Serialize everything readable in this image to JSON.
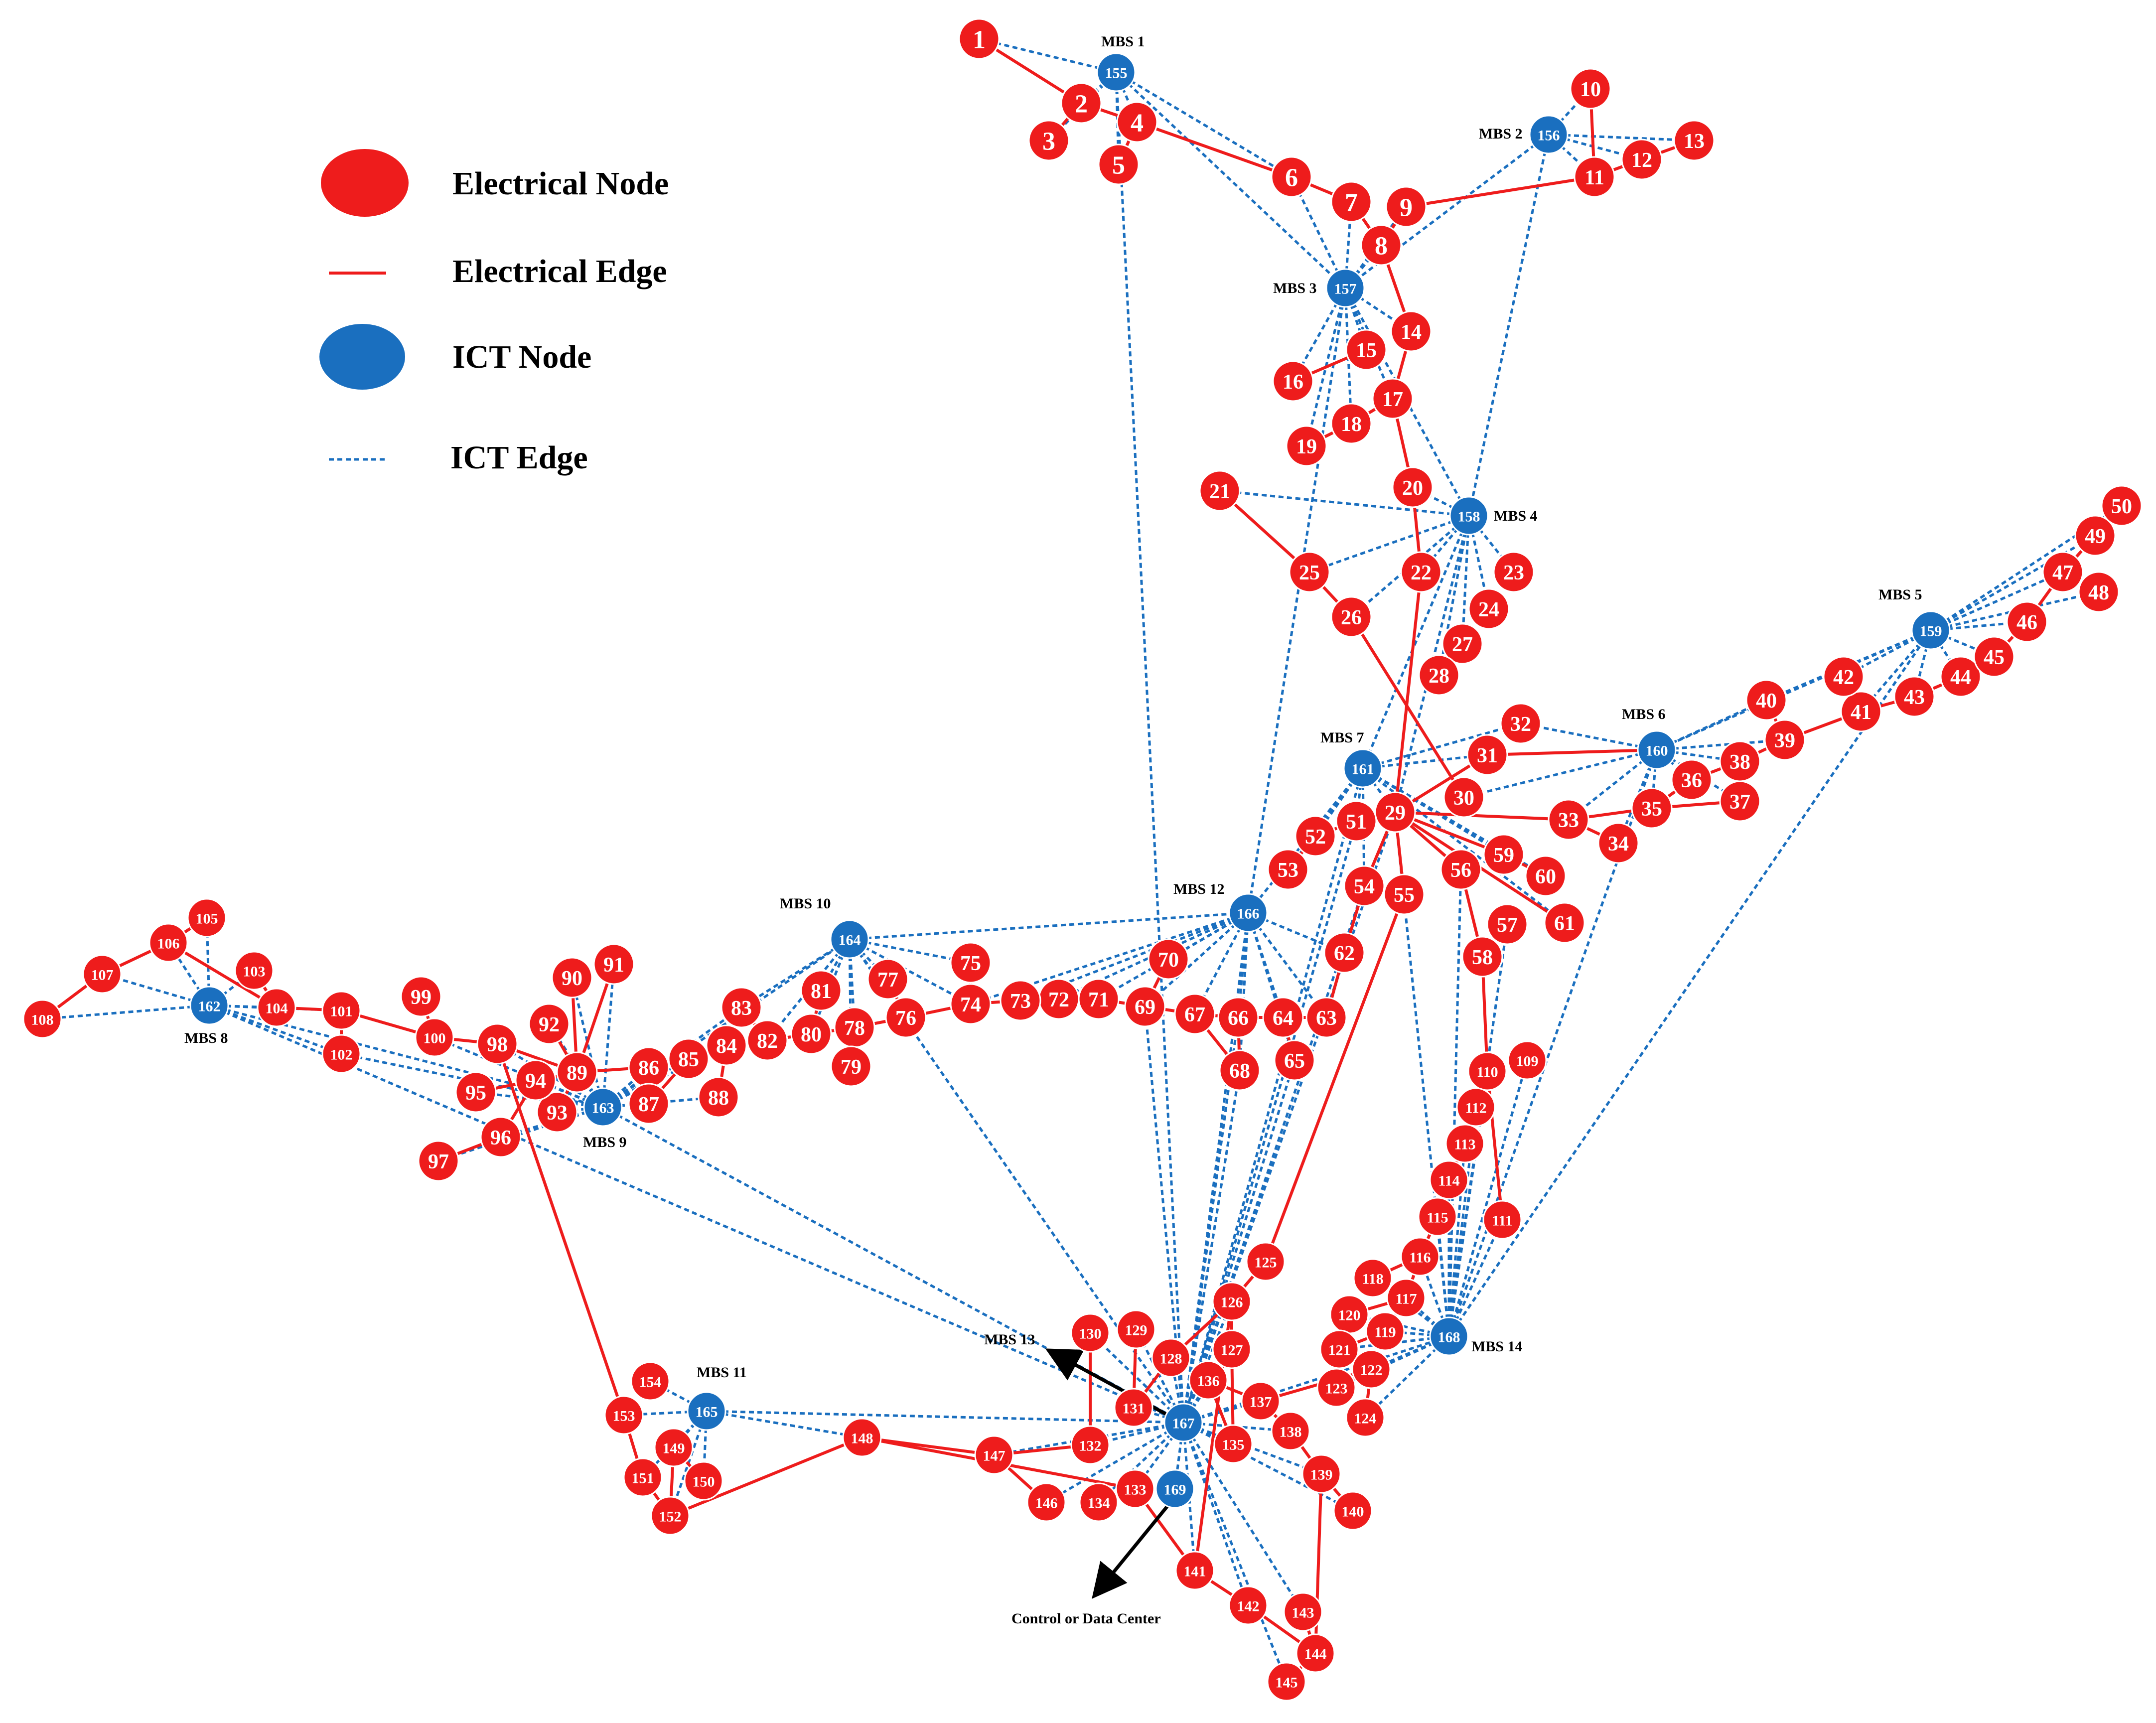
{
  "legend": {
    "electrical_node": "Electrical Node",
    "electrical_edge": "Electrical Edge",
    "ict_node": "ICT Node",
    "ict_edge": "ICT Edge"
  },
  "colors": {
    "electrical": "#ee1c1c",
    "ict": "#1a6fbf",
    "text": "#000000",
    "background": "#ffffff"
  },
  "annotations": {
    "mbs13_arrow": "MBS 13",
    "control_center": "Control or Data Center"
  },
  "electrical_nodes": [
    {
      "id": "1"
    },
    {
      "id": "2"
    },
    {
      "id": "3"
    },
    {
      "id": "4"
    },
    {
      "id": "5"
    },
    {
      "id": "6"
    },
    {
      "id": "7"
    },
    {
      "id": "8"
    },
    {
      "id": "9"
    },
    {
      "id": "10"
    },
    {
      "id": "11"
    },
    {
      "id": "12"
    },
    {
      "id": "13"
    },
    {
      "id": "14"
    },
    {
      "id": "15"
    },
    {
      "id": "16"
    },
    {
      "id": "17"
    },
    {
      "id": "18"
    },
    {
      "id": "19"
    },
    {
      "id": "20"
    },
    {
      "id": "21"
    },
    {
      "id": "22"
    },
    {
      "id": "23"
    },
    {
      "id": "24"
    },
    {
      "id": "25"
    },
    {
      "id": "26"
    },
    {
      "id": "27"
    },
    {
      "id": "28"
    },
    {
      "id": "29"
    },
    {
      "id": "30"
    },
    {
      "id": "31"
    },
    {
      "id": "32"
    },
    {
      "id": "33"
    },
    {
      "id": "34"
    },
    {
      "id": "35"
    },
    {
      "id": "36"
    },
    {
      "id": "37"
    },
    {
      "id": "38"
    },
    {
      "id": "39"
    },
    {
      "id": "40"
    },
    {
      "id": "41"
    },
    {
      "id": "42"
    },
    {
      "id": "43"
    },
    {
      "id": "44"
    },
    {
      "id": "45"
    },
    {
      "id": "46"
    },
    {
      "id": "47"
    },
    {
      "id": "48"
    },
    {
      "id": "49"
    },
    {
      "id": "50"
    },
    {
      "id": "51"
    },
    {
      "id": "52"
    },
    {
      "id": "53"
    },
    {
      "id": "54"
    },
    {
      "id": "55"
    },
    {
      "id": "56"
    },
    {
      "id": "57"
    },
    {
      "id": "58"
    },
    {
      "id": "59"
    },
    {
      "id": "60"
    },
    {
      "id": "61"
    },
    {
      "id": "62"
    },
    {
      "id": "63"
    },
    {
      "id": "64"
    },
    {
      "id": "65"
    },
    {
      "id": "66"
    },
    {
      "id": "67"
    },
    {
      "id": "68"
    },
    {
      "id": "69"
    },
    {
      "id": "70"
    },
    {
      "id": "71"
    },
    {
      "id": "72"
    },
    {
      "id": "73"
    },
    {
      "id": "74"
    },
    {
      "id": "75"
    },
    {
      "id": "76"
    },
    {
      "id": "77"
    },
    {
      "id": "78"
    },
    {
      "id": "79"
    },
    {
      "id": "80"
    },
    {
      "id": "81"
    },
    {
      "id": "82"
    },
    {
      "id": "83"
    },
    {
      "id": "84"
    },
    {
      "id": "85"
    },
    {
      "id": "86"
    },
    {
      "id": "87"
    },
    {
      "id": "88"
    },
    {
      "id": "89"
    },
    {
      "id": "90"
    },
    {
      "id": "91"
    },
    {
      "id": "92"
    },
    {
      "id": "93"
    },
    {
      "id": "94"
    },
    {
      "id": "95"
    },
    {
      "id": "96"
    },
    {
      "id": "97"
    },
    {
      "id": "98"
    },
    {
      "id": "99"
    },
    {
      "id": "100"
    },
    {
      "id": "101"
    },
    {
      "id": "102"
    },
    {
      "id": "103"
    },
    {
      "id": "104"
    },
    {
      "id": "105"
    },
    {
      "id": "106"
    },
    {
      "id": "107"
    },
    {
      "id": "108"
    },
    {
      "id": "109"
    },
    {
      "id": "110"
    },
    {
      "id": "111"
    },
    {
      "id": "112"
    },
    {
      "id": "113"
    },
    {
      "id": "114"
    },
    {
      "id": "115"
    },
    {
      "id": "116"
    },
    {
      "id": "117"
    },
    {
      "id": "118"
    },
    {
      "id": "119"
    },
    {
      "id": "120"
    },
    {
      "id": "121"
    },
    {
      "id": "122"
    },
    {
      "id": "123"
    },
    {
      "id": "124"
    },
    {
      "id": "125"
    },
    {
      "id": "126"
    },
    {
      "id": "127"
    },
    {
      "id": "128"
    },
    {
      "id": "129"
    },
    {
      "id": "130"
    },
    {
      "id": "131"
    },
    {
      "id": "132"
    },
    {
      "id": "133"
    },
    {
      "id": "134"
    },
    {
      "id": "135"
    },
    {
      "id": "136"
    },
    {
      "id": "137"
    },
    {
      "id": "138"
    },
    {
      "id": "139"
    },
    {
      "id": "140"
    },
    {
      "id": "141"
    },
    {
      "id": "142"
    },
    {
      "id": "143"
    },
    {
      "id": "144"
    },
    {
      "id": "145"
    },
    {
      "id": "146"
    },
    {
      "id": "147"
    },
    {
      "id": "148"
    },
    {
      "id": "149"
    },
    {
      "id": "150"
    },
    {
      "id": "151"
    },
    {
      "id": "152"
    },
    {
      "id": "153"
    },
    {
      "id": "154"
    }
  ],
  "ict_nodes": [
    {
      "id": "155",
      "mbs": "MBS 1"
    },
    {
      "id": "156",
      "mbs": "MBS 2"
    },
    {
      "id": "157",
      "mbs": "MBS 3"
    },
    {
      "id": "158",
      "mbs": "MBS 4"
    },
    {
      "id": "159",
      "mbs": "MBS 5"
    },
    {
      "id": "160",
      "mbs": "MBS 6"
    },
    {
      "id": "161",
      "mbs": "MBS 7"
    },
    {
      "id": "162",
      "mbs": "MBS 8"
    },
    {
      "id": "163",
      "mbs": "MBS 9"
    },
    {
      "id": "164",
      "mbs": "MBS 10"
    },
    {
      "id": "165",
      "mbs": "MBS 11"
    },
    {
      "id": "166",
      "mbs": "MBS 12"
    },
    {
      "id": "167",
      "mbs": ""
    },
    {
      "id": "168",
      "mbs": "MBS 14"
    },
    {
      "id": "169",
      "mbs": ""
    }
  ],
  "electrical_edges": [
    [
      "1",
      "2"
    ],
    [
      "2",
      "3"
    ],
    [
      "2",
      "4"
    ],
    [
      "4",
      "5"
    ],
    [
      "4",
      "6"
    ],
    [
      "6",
      "7"
    ],
    [
      "7",
      "8"
    ],
    [
      "8",
      "9"
    ],
    [
      "9",
      "11"
    ],
    [
      "10",
      "11"
    ],
    [
      "11",
      "12"
    ],
    [
      "12",
      "13"
    ],
    [
      "8",
      "14"
    ],
    [
      "14",
      "17"
    ],
    [
      "15",
      "16"
    ],
    [
      "17",
      "18"
    ],
    [
      "18",
      "19"
    ],
    [
      "17",
      "20"
    ],
    [
      "20",
      "22"
    ],
    [
      "22",
      "29"
    ],
    [
      "21",
      "25"
    ],
    [
      "25",
      "26"
    ],
    [
      "26",
      "30"
    ],
    [
      "29",
      "31"
    ],
    [
      "31",
      "160"
    ],
    [
      "29",
      "33"
    ],
    [
      "33",
      "35"
    ],
    [
      "35",
      "36"
    ],
    [
      "36",
      "38"
    ],
    [
      "38",
      "39"
    ],
    [
      "39",
      "41"
    ],
    [
      "41",
      "43"
    ],
    [
      "43",
      "44"
    ],
    [
      "44",
      "45"
    ],
    [
      "45",
      "46"
    ],
    [
      "46",
      "47"
    ],
    [
      "47",
      "49"
    ],
    [
      "35",
      "37"
    ],
    [
      "37",
      "38"
    ],
    [
      "33",
      "34"
    ],
    [
      "29",
      "51"
    ],
    [
      "51",
      "52"
    ],
    [
      "52",
      "53"
    ],
    [
      "29",
      "54"
    ],
    [
      "54",
      "62"
    ],
    [
      "62",
      "63"
    ],
    [
      "29",
      "55"
    ],
    [
      "55",
      "125"
    ],
    [
      "29",
      "56"
    ],
    [
      "56",
      "58"
    ],
    [
      "57",
      "58"
    ],
    [
      "58",
      "110"
    ],
    [
      "110",
      "112"
    ],
    [
      "112",
      "113"
    ],
    [
      "113",
      "114"
    ],
    [
      "114",
      "115"
    ],
    [
      "115",
      "116"
    ],
    [
      "116",
      "118"
    ],
    [
      "116",
      "117"
    ],
    [
      "117",
      "120"
    ],
    [
      "110",
      "111"
    ],
    [
      "29",
      "59"
    ],
    [
      "59",
      "60"
    ],
    [
      "29",
      "61"
    ],
    [
      "41",
      "42"
    ],
    [
      "39",
      "40"
    ],
    [
      "74",
      "73"
    ],
    [
      "73",
      "72"
    ],
    [
      "72",
      "71"
    ],
    [
      "71",
      "69"
    ],
    [
      "69",
      "70"
    ],
    [
      "69",
      "67"
    ],
    [
      "67",
      "66"
    ],
    [
      "66",
      "64"
    ],
    [
      "64",
      "63"
    ],
    [
      "66",
      "68"
    ],
    [
      "67",
      "68"
    ],
    [
      "64",
      "65"
    ],
    [
      "74",
      "75"
    ],
    [
      "74",
      "76"
    ],
    [
      "76",
      "77"
    ],
    [
      "76",
      "78"
    ],
    [
      "78",
      "79"
    ],
    [
      "78",
      "80"
    ],
    [
      "80",
      "81"
    ],
    [
      "80",
      "82"
    ],
    [
      "82",
      "83"
    ],
    [
      "82",
      "84"
    ],
    [
      "84",
      "85"
    ],
    [
      "85",
      "86"
    ],
    [
      "86",
      "89"
    ],
    [
      "85",
      "87"
    ],
    [
      "84",
      "88"
    ],
    [
      "89",
      "90"
    ],
    [
      "89",
      "91"
    ],
    [
      "89",
      "92"
    ],
    [
      "89",
      "93"
    ],
    [
      "89",
      "94"
    ],
    [
      "94",
      "95"
    ],
    [
      "94",
      "96"
    ],
    [
      "96",
      "97"
    ],
    [
      "89",
      "98"
    ],
    [
      "98",
      "100"
    ],
    [
      "100",
      "99"
    ],
    [
      "100",
      "101"
    ],
    [
      "101",
      "102"
    ],
    [
      "101",
      "104"
    ],
    [
      "104",
      "103"
    ],
    [
      "104",
      "106"
    ],
    [
      "106",
      "105"
    ],
    [
      "106",
      "107"
    ],
    [
      "107",
      "108"
    ],
    [
      "98",
      "153"
    ],
    [
      "153",
      "151"
    ],
    [
      "151",
      "152"
    ],
    [
      "152",
      "149"
    ],
    [
      "149",
      "150"
    ],
    [
      "152",
      "148"
    ],
    [
      "148",
      "147"
    ],
    [
      "147",
      "146"
    ],
    [
      "147",
      "132"
    ],
    [
      "132",
      "130"
    ],
    [
      "148",
      "133"
    ],
    [
      "133",
      "134"
    ],
    [
      "133",
      "141"
    ],
    [
      "141",
      "142"
    ],
    [
      "142",
      "144"
    ],
    [
      "144",
      "145"
    ],
    [
      "144",
      "143"
    ],
    [
      "141",
      "126"
    ],
    [
      "126",
      "125"
    ],
    [
      "126",
      "127"
    ],
    [
      "127",
      "135"
    ],
    [
      "135",
      "136"
    ],
    [
      "131",
      "128"
    ],
    [
      "128",
      "126"
    ],
    [
      "131",
      "129"
    ],
    [
      "136",
      "137"
    ],
    [
      "137",
      "138"
    ],
    [
      "138",
      "139"
    ],
    [
      "139",
      "140"
    ],
    [
      "139",
      "144"
    ],
    [
      "137",
      "122"
    ],
    [
      "122",
      "123"
    ],
    [
      "122",
      "124"
    ],
    [
      "122",
      "121"
    ],
    [
      "121",
      "119"
    ],
    [
      "119",
      "117"
    ]
  ],
  "ict_edges": [
    [
      "155",
      "1"
    ],
    [
      "155",
      "2"
    ],
    [
      "155",
      "3"
    ],
    [
      "155",
      "4"
    ],
    [
      "155",
      "5"
    ],
    [
      "155",
      "6"
    ],
    [
      "155",
      "157"
    ],
    [
      "155",
      "167"
    ],
    [
      "156",
      "10"
    ],
    [
      "156",
      "11"
    ],
    [
      "156",
      "12"
    ],
    [
      "156",
      "13"
    ],
    [
      "156",
      "157"
    ],
    [
      "156",
      "158"
    ],
    [
      "157",
      "6"
    ],
    [
      "157",
      "7"
    ],
    [
      "157",
      "8"
    ],
    [
      "157",
      "9"
    ],
    [
      "157",
      "14"
    ],
    [
      "157",
      "15"
    ],
    [
      "157",
      "16"
    ],
    [
      "157",
      "17"
    ],
    [
      "157",
      "18"
    ],
    [
      "157",
      "19"
    ],
    [
      "157",
      "158"
    ],
    [
      "157",
      "166"
    ],
    [
      "158",
      "20"
    ],
    [
      "158",
      "21"
    ],
    [
      "158",
      "22"
    ],
    [
      "158",
      "23"
    ],
    [
      "158",
      "24"
    ],
    [
      "158",
      "25"
    ],
    [
      "158",
      "26"
    ],
    [
      "158",
      "27"
    ],
    [
      "158",
      "28"
    ],
    [
      "158",
      "161"
    ],
    [
      "158",
      "29"
    ],
    [
      "159",
      "41"
    ],
    [
      "159",
      "42"
    ],
    [
      "159",
      "43"
    ],
    [
      "159",
      "44"
    ],
    [
      "159",
      "45"
    ],
    [
      "159",
      "46"
    ],
    [
      "159",
      "47"
    ],
    [
      "159",
      "48"
    ],
    [
      "159",
      "49"
    ],
    [
      "159",
      "50"
    ],
    [
      "159",
      "160"
    ],
    [
      "159",
      "40"
    ],
    [
      "160",
      "30"
    ],
    [
      "160",
      "31"
    ],
    [
      "160",
      "32"
    ],
    [
      "160",
      "33"
    ],
    [
      "160",
      "34"
    ],
    [
      "160",
      "35"
    ],
    [
      "160",
      "36"
    ],
    [
      "160",
      "37"
    ],
    [
      "160",
      "38"
    ],
    [
      "160",
      "39"
    ],
    [
      "160",
      "40"
    ],
    [
      "160",
      "168"
    ],
    [
      "161",
      "29"
    ],
    [
      "161",
      "51"
    ],
    [
      "161",
      "52"
    ],
    [
      "161",
      "53"
    ],
    [
      "161",
      "54"
    ],
    [
      "161",
      "59"
    ],
    [
      "161",
      "60"
    ],
    [
      "161",
      "61"
    ],
    [
      "161",
      "32"
    ],
    [
      "161",
      "31"
    ],
    [
      "161",
      "166"
    ],
    [
      "161",
      "167"
    ],
    [
      "162",
      "103"
    ],
    [
      "162",
      "104"
    ],
    [
      "162",
      "105"
    ],
    [
      "162",
      "106"
    ],
    [
      "162",
      "107"
    ],
    [
      "162",
      "108"
    ],
    [
      "162",
      "101"
    ],
    [
      "162",
      "102"
    ],
    [
      "162",
      "163"
    ],
    [
      "162",
      "167"
    ],
    [
      "163",
      "83"
    ],
    [
      "163",
      "84"
    ],
    [
      "163",
      "85"
    ],
    [
      "163",
      "86"
    ],
    [
      "163",
      "87"
    ],
    [
      "163",
      "88"
    ],
    [
      "163",
      "89"
    ],
    [
      "163",
      "90"
    ],
    [
      "163",
      "91"
    ],
    [
      "163",
      "92"
    ],
    [
      "163",
      "93"
    ],
    [
      "163",
      "94"
    ],
    [
      "163",
      "95"
    ],
    [
      "163",
      "96"
    ],
    [
      "163",
      "97"
    ],
    [
      "163",
      "98"
    ],
    [
      "163",
      "100"
    ],
    [
      "163",
      "164"
    ],
    [
      "163",
      "102"
    ],
    [
      "163",
      "167"
    ],
    [
      "164",
      "74"
    ],
    [
      "164",
      "75"
    ],
    [
      "164",
      "76"
    ],
    [
      "164",
      "77"
    ],
    [
      "164",
      "78"
    ],
    [
      "164",
      "79"
    ],
    [
      "164",
      "80"
    ],
    [
      "164",
      "81"
    ],
    [
      "164",
      "82"
    ],
    [
      "164",
      "83"
    ],
    [
      "164",
      "166"
    ],
    [
      "164",
      "167"
    ],
    [
      "165",
      "148"
    ],
    [
      "165",
      "149"
    ],
    [
      "165",
      "150"
    ],
    [
      "165",
      "151"
    ],
    [
      "165",
      "152"
    ],
    [
      "165",
      "153"
    ],
    [
      "165",
      "154"
    ],
    [
      "165",
      "167"
    ],
    [
      "166",
      "62"
    ],
    [
      "166",
      "63"
    ],
    [
      "166",
      "64"
    ],
    [
      "166",
      "65"
    ],
    [
      "166",
      "66"
    ],
    [
      "166",
      "67"
    ],
    [
      "166",
      "68"
    ],
    [
      "166",
      "69"
    ],
    [
      "166",
      "70"
    ],
    [
      "166",
      "71"
    ],
    [
      "166",
      "72"
    ],
    [
      "166",
      "73"
    ],
    [
      "166",
      "74"
    ],
    [
      "166",
      "167"
    ],
    [
      "167",
      "126"
    ],
    [
      "167",
      "127"
    ],
    [
      "167",
      "128"
    ],
    [
      "167",
      "129"
    ],
    [
      "167",
      "130"
    ],
    [
      "167",
      "131"
    ],
    [
      "167",
      "132"
    ],
    [
      "167",
      "133"
    ],
    [
      "167",
      "134"
    ],
    [
      "167",
      "135"
    ],
    [
      "167",
      "136"
    ],
    [
      "167",
      "137"
    ],
    [
      "167",
      "138"
    ],
    [
      "167",
      "139"
    ],
    [
      "167",
      "140"
    ],
    [
      "167",
      "141"
    ],
    [
      "167",
      "142"
    ],
    [
      "167",
      "143"
    ],
    [
      "167",
      "145"
    ],
    [
      "167",
      "146"
    ],
    [
      "167",
      "147"
    ],
    [
      "167",
      "169"
    ],
    [
      "167",
      "168"
    ],
    [
      "167",
      "29"
    ],
    [
      "167",
      "51"
    ],
    [
      "167",
      "54"
    ],
    [
      "167",
      "65"
    ],
    [
      "167",
      "66"
    ],
    [
      "167",
      "68"
    ],
    [
      "167",
      "69"
    ],
    [
      "168",
      "109"
    ],
    [
      "168",
      "110"
    ],
    [
      "168",
      "111"
    ],
    [
      "168",
      "112"
    ],
    [
      "168",
      "113"
    ],
    [
      "168",
      "114"
    ],
    [
      "168",
      "115"
    ],
    [
      "168",
      "116"
    ],
    [
      "168",
      "117"
    ],
    [
      "168",
      "118"
    ],
    [
      "168",
      "119"
    ],
    [
      "168",
      "120"
    ],
    [
      "168",
      "121"
    ],
    [
      "168",
      "122"
    ],
    [
      "168",
      "123"
    ],
    [
      "168",
      "124"
    ],
    [
      "168",
      "56"
    ],
    [
      "168",
      "57"
    ],
    [
      "168",
      "29"
    ],
    [
      "168",
      "159"
    ]
  ]
}
